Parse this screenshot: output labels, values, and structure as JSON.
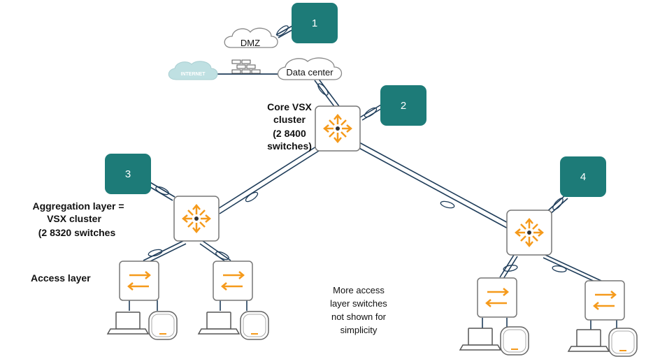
{
  "callouts": [
    "1",
    "2",
    "3",
    "4"
  ],
  "clouds": {
    "dmz": "DMZ",
    "internet": "INTERNET",
    "datacenter": "Data center"
  },
  "labels": {
    "core": [
      "Core VSX",
      "cluster",
      "(2 8400",
      "switches)"
    ],
    "aggregation": [
      "Aggregation layer =",
      "VSX cluster",
      "(2 8320 switches"
    ],
    "access": "Access layer",
    "more": [
      "More access",
      "layer switches",
      "not shown for",
      "simplicity"
    ]
  },
  "colors": {
    "callout": "#1d7b78",
    "switch_arrow": "#f59a1b",
    "link": "#1f3d5a",
    "internet_cloud": "#bfe0e2"
  }
}
